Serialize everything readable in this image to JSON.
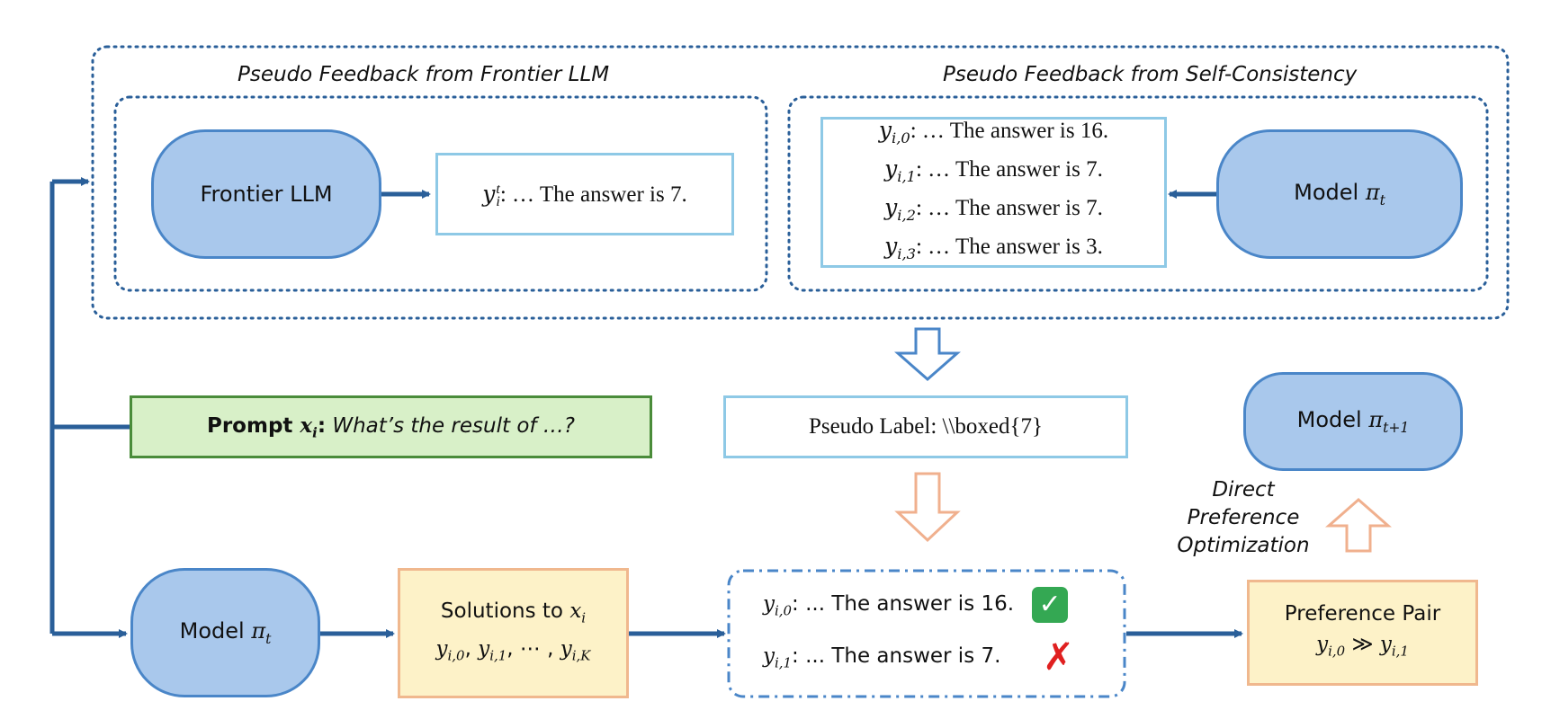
{
  "groups": {
    "frontier_title": "Pseudo Feedback from Frontier LLM",
    "self_consistency_title": "Pseudo Feedback from Self-Consistency"
  },
  "frontier_llm": {
    "label": "Frontier LLM"
  },
  "frontier_output": {
    "sym": "y",
    "sup": "t",
    "sub": "i",
    "text": ": … The answer is 7."
  },
  "self_consistency": {
    "samples": [
      {
        "sym": "y",
        "sub": "i,0",
        "text": ": … The answer is 16."
      },
      {
        "sym": "y",
        "sub": "i,1",
        "text": ": … The answer is 7."
      },
      {
        "sym": "y",
        "sub": "i,2",
        "text": ": … The answer is 7."
      },
      {
        "sym": "y",
        "sub": "i,3",
        "text": ": … The answer is 3."
      }
    ]
  },
  "model_top": {
    "label": "Model ",
    "sym": "π",
    "sub": "t"
  },
  "pseudo_label": {
    "text": "Pseudo Label: \\\\boxed{7}"
  },
  "prompt": {
    "bold": "Prompt ",
    "sym": "x",
    "sub": "i",
    "colon": ":",
    "question": " What’s the result of …?"
  },
  "model_bottom": {
    "label": "Model ",
    "sym": "π",
    "sub": "t"
  },
  "solutions": {
    "title": "Solutions to ",
    "title_sym": "x",
    "title_sub": "i",
    "seq": [
      {
        "sym": "y",
        "sub": "i,0"
      },
      {
        "sym": "y",
        "sub": "i,1"
      },
      {
        "sym": "y",
        "sub": "i,K"
      }
    ],
    "ellipsis": "⋯"
  },
  "comparison": {
    "rows": [
      {
        "sym": "y",
        "sub": "i,0",
        "text": ": ... The answer is 16.",
        "mark": "✓"
      },
      {
        "sym": "y",
        "sub": "i,1",
        "text": ": ... The answer is 7.",
        "mark": "✗"
      }
    ]
  },
  "preference": {
    "title": "Preference Pair",
    "left_sym": "y",
    "left_sub": "i,0",
    "op": "≫",
    "right_sym": "y",
    "right_sub": "i,1"
  },
  "model_next": {
    "label": "Model ",
    "sym": "π",
    "sub": "t+1"
  },
  "dpo": {
    "line1": "Direct",
    "line2": "Preference",
    "line3": "Optimization"
  },
  "colors": {
    "edge": "#2a5f99",
    "model_fill": "#a9c8ec",
    "hollow_blue": "#4a86c8",
    "hollow_orange": "#f0b08e"
  }
}
